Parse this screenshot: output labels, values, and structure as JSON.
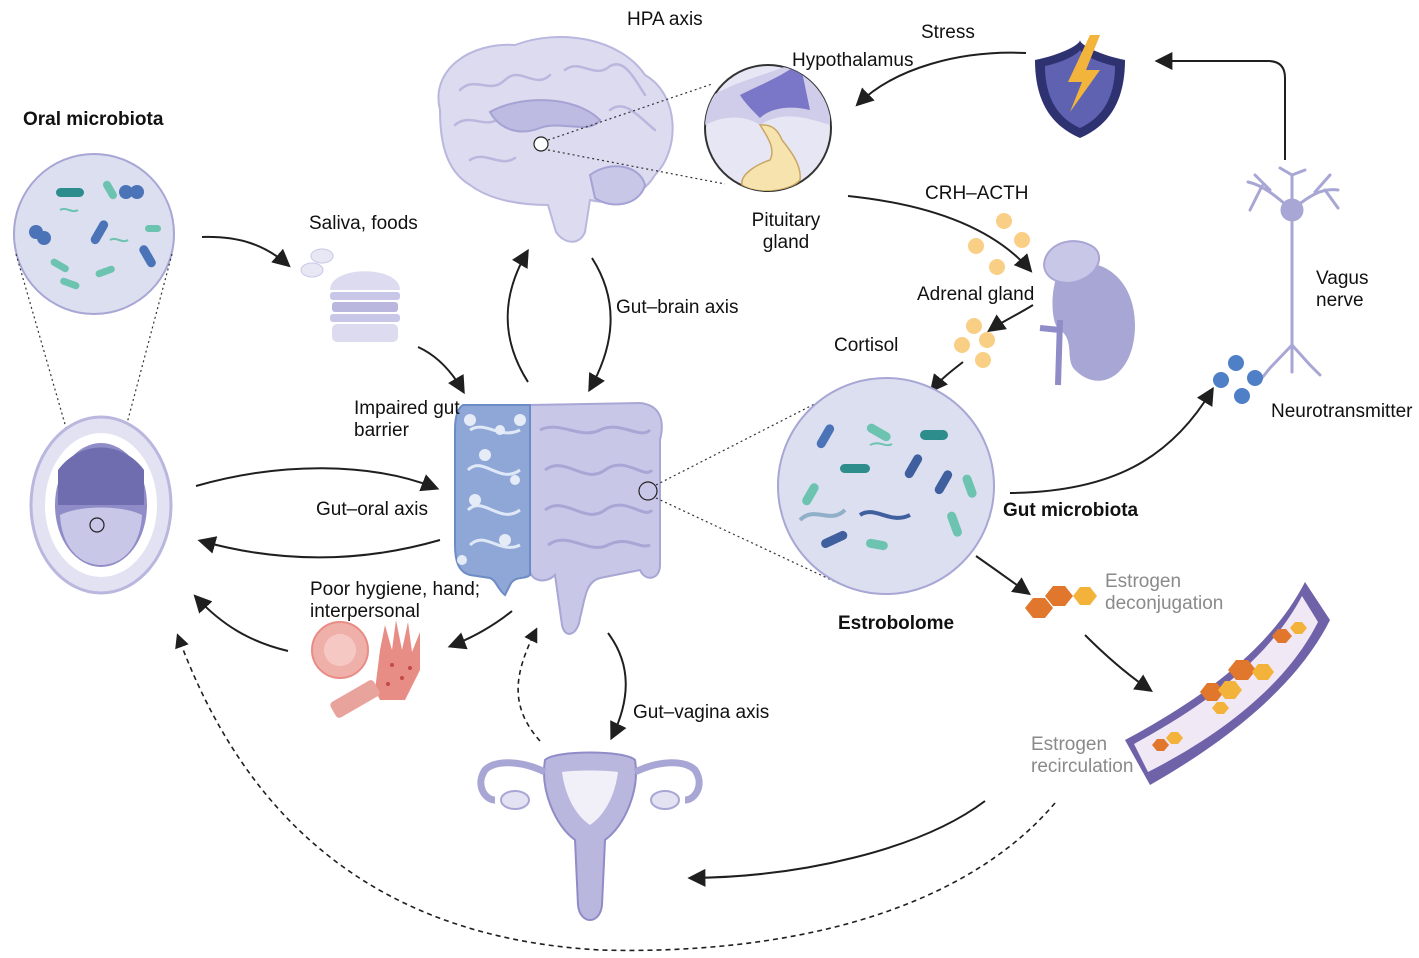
{
  "labels": {
    "hpa_axis": "HPA axis",
    "stress": "Stress",
    "hypothalamus": "Hypothalamus",
    "oral_microbiota": "Oral microbiota",
    "saliva_foods": "Saliva, foods",
    "pituitary_line1": "Pituitary",
    "pituitary_line2": "gland",
    "crh_acth": "CRH–ACTH",
    "vagus_line1": "Vagus",
    "vagus_line2": "nerve",
    "gut_brain_axis": "Gut–brain axis",
    "adrenal_gland": "Adrenal gland",
    "cortisol": "Cortisol",
    "impaired_line1": "Impaired gut",
    "impaired_line2": "barrier",
    "neurotransmitter": "Neurotransmitter",
    "gut_oral_axis": "Gut–oral axis",
    "gut_microbiota": "Gut microbiota",
    "estrogen_deconj_line1": "Estrogen",
    "estrogen_deconj_line2": "deconjugation",
    "poor_hygiene_line1": "Poor hygiene, hand;",
    "poor_hygiene_line2": "interpersonal",
    "estrobolome": "Estrobolome",
    "gut_vagina_axis": "Gut–vagina axis",
    "estrogen_recirc_line1": "Estrogen",
    "estrogen_recirc_line2": "recirculation"
  },
  "colors": {
    "organ_purple": "#a8a6d4",
    "organ_light": "#dcdbef",
    "organ_dark": "#7f7cbd",
    "blue_gut": "#8fa7d6",
    "hypothalamus": "#7a76c8",
    "pituitary": "#f6e3ad",
    "hormone": "#f9cf86",
    "shield": "#2f3270",
    "bolt": "#f2b43a",
    "teal": "#6cc3b0",
    "bacteria_blue": "#4b73b8",
    "neuro_dot": "#4f7fc6",
    "estrogen_orange": "#e0772c",
    "estrogen_yellow": "#f3b33b",
    "vessel_outer": "#6f62a8",
    "vessel_inner": "#f1e8f6",
    "red_skin": "#e88c86",
    "arrow": "#1f1f1f"
  }
}
